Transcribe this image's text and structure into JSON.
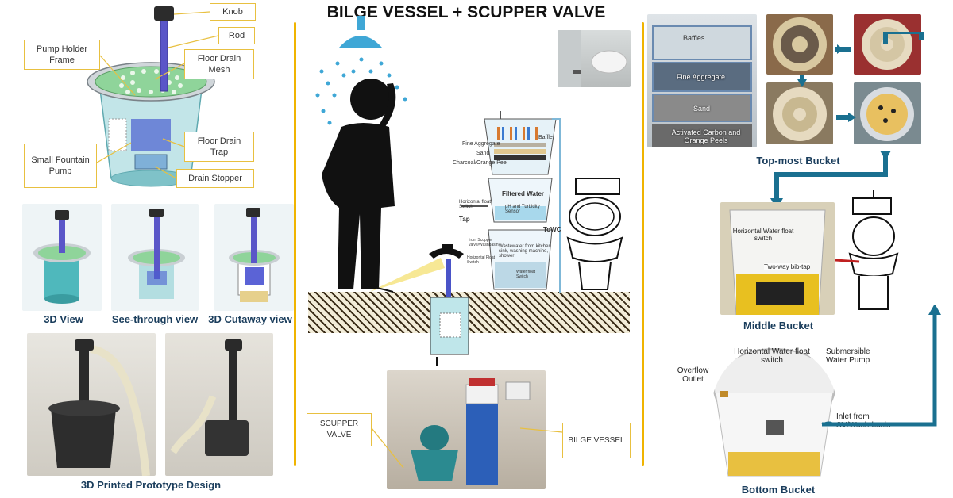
{
  "title": "BILGE VESSEL + SCUPPER VALVE",
  "left_panel": {
    "callouts": {
      "knob": "Knob",
      "rod": "Rod",
      "pump_holder": "Pump Holder Frame",
      "floor_drain_mesh": "Floor Drain Mesh",
      "floor_drain_trap": "Floor Drain Trap",
      "small_fountain_pump": "Small Fountain Pump",
      "drain_stopper": "Drain Stopper"
    },
    "views": [
      "3D View",
      "See-through view",
      "3D Cutaway view"
    ],
    "prototype_caption": "3D Printed Prototype Design"
  },
  "center_panel": {
    "tower_labels": {
      "fine_aggregate": "Fine Aggregate",
      "sand": "Sand",
      "charcoal": "Charcoal/Orange Peel",
      "baffle": "Baffle",
      "filtered_water": "Filtered Water",
      "horizontal_float": "Horizontal float Switch",
      "ph_turbidity": "pH and Turbidity Sensor",
      "tap": "Tap",
      "to_wc": "ToWC",
      "wastewater": "Wastewater from kitchen sink, washing machine, shower",
      "from_scupper": "from Scupper valve/Washbasin",
      "horizontal_float_2": "Horizontal Float Switch",
      "water_float": "Water float Switch"
    },
    "callouts": {
      "scupper_valve": "SCUPPER VALVE",
      "bilge_vessel": "BILGE VESSEL"
    }
  },
  "right_panel": {
    "top_photo_labels": {
      "baffles": "Baffles",
      "fine_aggregate": "Fine Aggregate",
      "sand": "Sand",
      "activated_carbon": "Activated Carbon and Orange Peels"
    },
    "top_bucket_caption": "Top-most  Bucket",
    "middle_labels": {
      "float_switch": "Horizontal Water float switch",
      "bib_tap": "Two-way bib-tap"
    },
    "middle_bucket_caption": "Middle Bucket",
    "bottom_labels": {
      "float_switch": "Horizontal Water float switch",
      "pump": "Submersible Water Pump",
      "overflow": "Overflow Outlet",
      "inlet": "Inlet from SV/Wash-basin"
    },
    "bottom_bucket_caption": "Bottom Bucket"
  },
  "colors": {
    "accent_gold": "#f0b400",
    "flow_arrow": "#1a7090",
    "caption_navy": "#1a3d5c",
    "water_blue": "#3fa7d6",
    "shadow_yellow": "#f5e27a"
  }
}
